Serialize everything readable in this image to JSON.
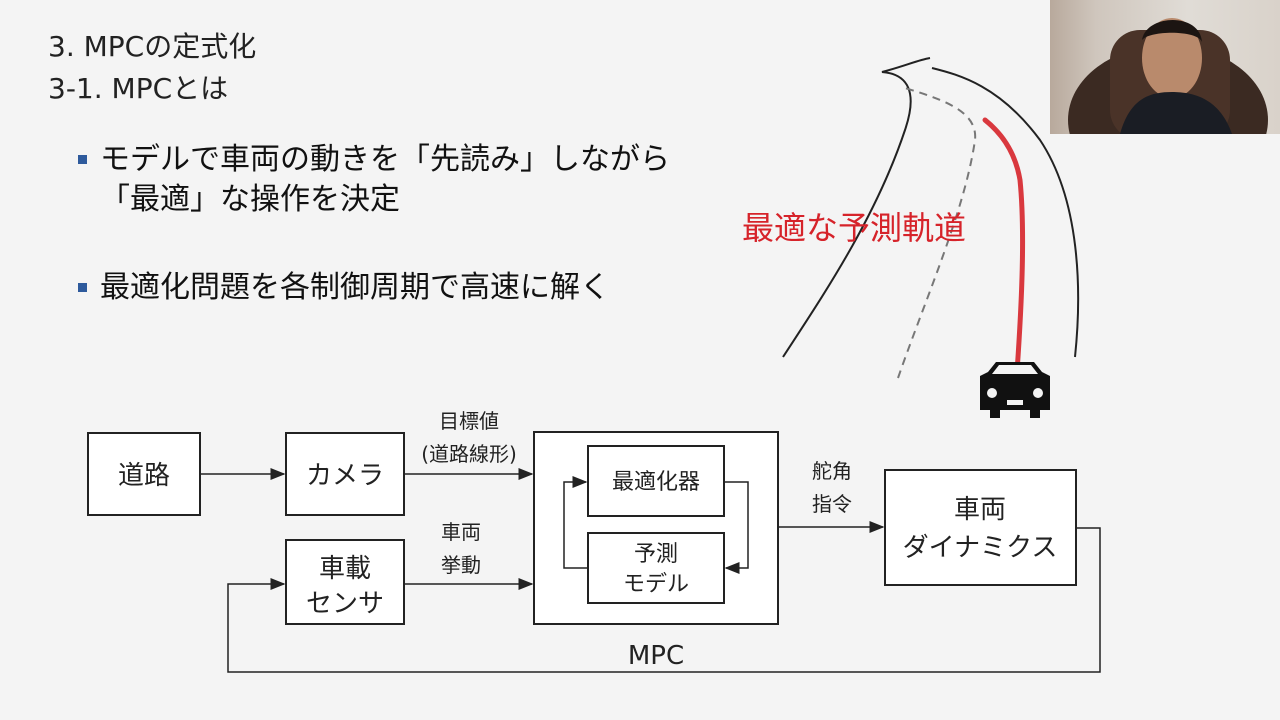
{
  "title_line1": "3. MPCの定式化",
  "title_line2": "3-1. MPCとは",
  "bullets": [
    "モデルで車両の動きを「先読み」しながら",
    "「最適」な操作を決定",
    "最適化問題を各制御周期で高速に解く"
  ],
  "trajectory_label": "最適な予測軌道",
  "diagram": {
    "road": "道路",
    "camera": "カメラ",
    "onboard_sensor_line1": "車載",
    "onboard_sensor_line2": "センサ",
    "target_value_line1": "目標値",
    "target_value_line2": "(道路線形)",
    "vehicle_behavior_line1": "車両",
    "vehicle_behavior_line2": "挙動",
    "optimizer": "最適化器",
    "prediction_model_line1": "予測",
    "prediction_model_line2": "モデル",
    "mpc_label": "MPC",
    "steering_line1": "舵角",
    "steering_line2": "指令",
    "vehicle_dynamics_line1": "車両",
    "vehicle_dynamics_line2": "ダイナミクス"
  },
  "colors": {
    "accent_red": "#d6232a",
    "bullet_blue": "#2e5a9c"
  },
  "icons": {
    "car": "car-front-icon",
    "presenter": "presenter-webcam"
  }
}
